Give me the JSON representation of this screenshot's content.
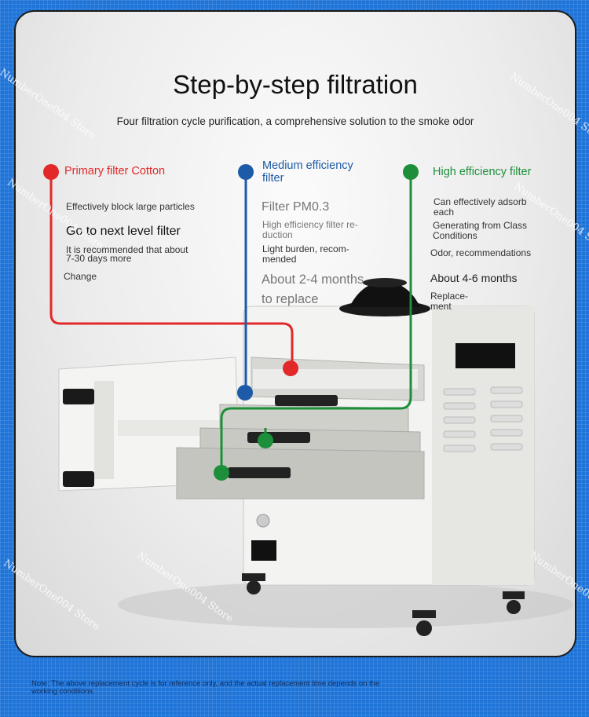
{
  "title": "Step-by-step filtration",
  "subtitle": "Four filtration cycle purification, a comprehensive solution to the smoke odor",
  "colors": {
    "primary": "#e3282a",
    "medium": "#1d5aa8",
    "high": "#1d8f3a",
    "background": "#1f74d8"
  },
  "primary": {
    "heading": "Primary filter Cotton",
    "line1": "Effectively block large particles",
    "line2": "Go to next level filter",
    "line3a": "It is recommended that about",
    "line3b": "7-30 days more",
    "line4": "Change"
  },
  "medium": {
    "heading_a": "Medium efficiency",
    "heading_b": "filter",
    "line1": "Filter PM0.3",
    "line2a": "High efficiency filter re-",
    "line2b": "duction",
    "line3a": "Light burden, recom-",
    "line3b": "mended",
    "line4a": "About 2-4 months",
    "line4b": "to replace"
  },
  "high": {
    "heading": "High efficiency filter",
    "line1a": "Can effectively adsorb",
    "line1b": "each",
    "line2a": "Generating from Class",
    "line2b": "Conditions",
    "line3": "Odor, recommendations",
    "line4": "About 4-6 months",
    "line5a": "Replace-",
    "line5b": "ment"
  },
  "footnote_a": "Note: The above replacement cycle is for reference only, and the actual replacement time depends on the",
  "footnote_b": "working conditions.",
  "watermark": "NumberOne004 Store"
}
